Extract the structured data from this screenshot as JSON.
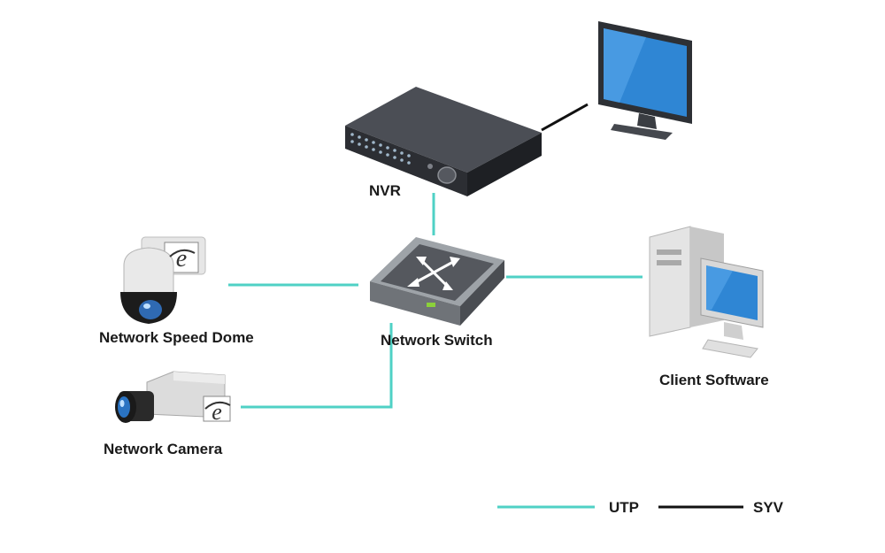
{
  "nodes": {
    "nvr": {
      "label": "NVR"
    },
    "monitor": {
      "label": ""
    },
    "network_switch": {
      "label": "Network Switch"
    },
    "speed_dome": {
      "label": "Network Speed Dome"
    },
    "network_camera": {
      "label": "Network Camera"
    },
    "client_software": {
      "label": "Client Software"
    }
  },
  "edges": [
    {
      "from": "nvr",
      "to": "monitor",
      "cable": "SYV"
    },
    {
      "from": "nvr",
      "to": "network_switch",
      "cable": "UTP"
    },
    {
      "from": "speed_dome",
      "to": "network_switch",
      "cable": "UTP"
    },
    {
      "from": "network_camera",
      "to": "network_switch",
      "cable": "UTP"
    },
    {
      "from": "network_switch",
      "to": "client_software",
      "cable": "UTP"
    }
  ],
  "legend": {
    "utp": {
      "label": "UTP",
      "color": "#4fd1c5"
    },
    "syv": {
      "label": "SYV",
      "color": "#111111"
    }
  },
  "icons": [
    "nvr-icon",
    "monitor-icon",
    "network-switch-icon",
    "speed-dome-icon",
    "network-camera-icon",
    "client-pc-icon",
    "ie-logo-icon"
  ]
}
